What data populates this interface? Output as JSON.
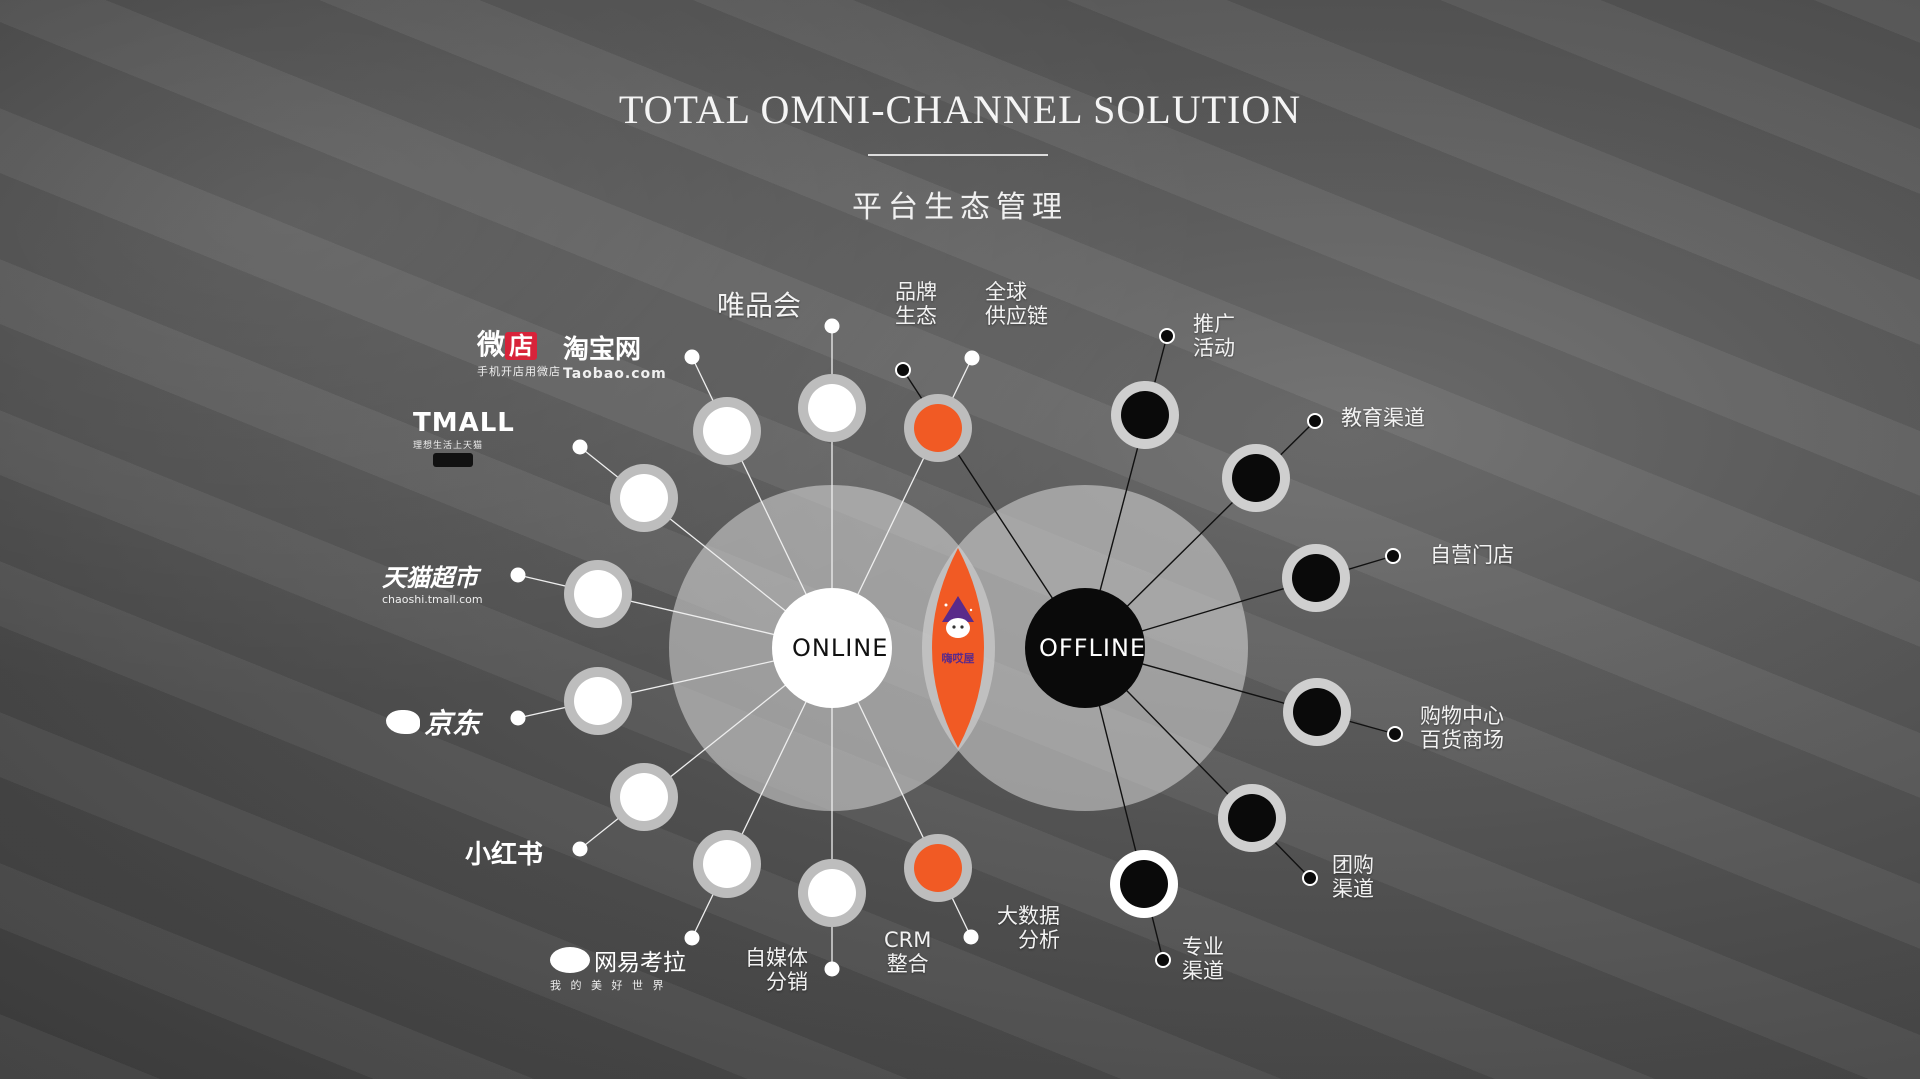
{
  "title": "TOTAL OMNI-CHANNEL SOLUTION",
  "subtitle": "平台生态管理",
  "hubs": {
    "online": "ONLINE",
    "offline": "OFFLINE"
  },
  "center_logo": {
    "text": "嗨哎屋"
  },
  "brands": {
    "weidian": {
      "name_a": "微",
      "name_b": "店",
      "sub": "手机开店用微店"
    },
    "taobao": {
      "name": "淘宝网",
      "sub": "Taobao.com"
    },
    "tmall": {
      "name": "TMALL",
      "sub": "理想生活上天猫"
    },
    "chaoshi": {
      "name": "天猫超市",
      "sub": "chaoshi.tmall.com"
    },
    "jd": {
      "name": "京东"
    },
    "xiaohongshu": {
      "name": "小红书"
    },
    "kaola": {
      "name": "网易考拉",
      "sub": "我 的 美 好 世 界"
    }
  },
  "labels": {
    "vip": "唯品会",
    "brand_eco": "品牌\n生态",
    "global_supply": "全球\n供应链",
    "self_media": "自媒体\n分销",
    "crm": "CRM\n整合",
    "big_data": "大数据\n分析",
    "promo": "推广\n活动",
    "education": "教育渠道",
    "own_store": "自营门店",
    "mall": "购物中心\n百货商场",
    "group_buy": "团购\n渠道",
    "pro_channel": "专业\n渠道"
  },
  "colors": {
    "accent": "#f15a24",
    "white_node": "#ffffff",
    "black_node": "#0a0a0a",
    "ring": "#bdbdbd",
    "big_circle": "#cfcfcf"
  }
}
